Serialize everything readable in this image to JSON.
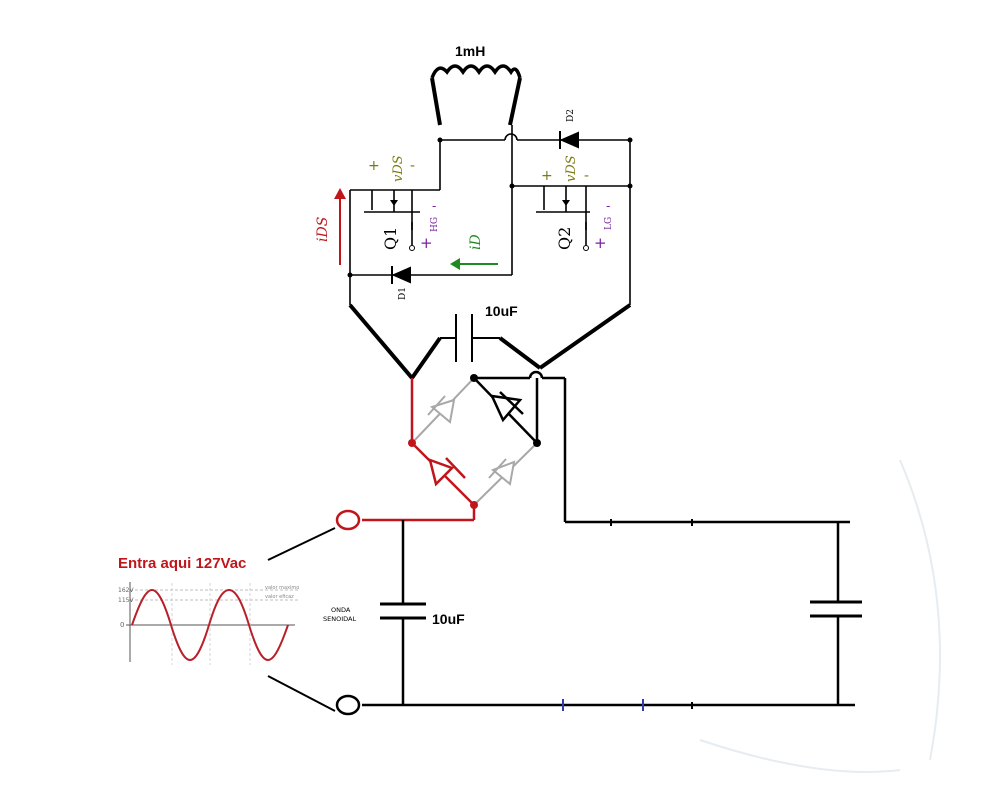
{
  "labels": {
    "inductor": "1mH",
    "cap_top": "10uF",
    "cap_input": "10uF",
    "diode_d1": "D1",
    "diode_d2": "D2",
    "q1": "Q1",
    "q2": "Q2",
    "vds": "vDS",
    "ids": "iDS",
    "id": "iD",
    "plus": "+",
    "minus": "-",
    "hg": "HG",
    "lg": "LG",
    "entry_text": "Entra aqui 127Vac",
    "wave_label_line1": "ONDA",
    "wave_label_line2": "SENOIDAL",
    "wave_tick_top": "162V",
    "wave_tick_mid": "115V",
    "wave_tick_zero": "0",
    "wave_note_top": "valor maximo",
    "wave_note_mid": "valor eficaz"
  },
  "colors": {
    "wire": "#000000",
    "red_path": "#c0161b",
    "green_current": "#1f8a1f",
    "olive_text": "#7a7a10",
    "purple_text": "#7a1fa0",
    "grey_diode": "#a8a8a8",
    "blue_tick": "#2b3fa8",
    "wave": "#b8202a"
  },
  "icons": {
    "inductor": "inductor-coil-icon",
    "diode": "diode-icon",
    "capacitor": "capacitor-icon",
    "mosfet": "mosfet-icon",
    "terminal": "terminal-ring-icon"
  }
}
